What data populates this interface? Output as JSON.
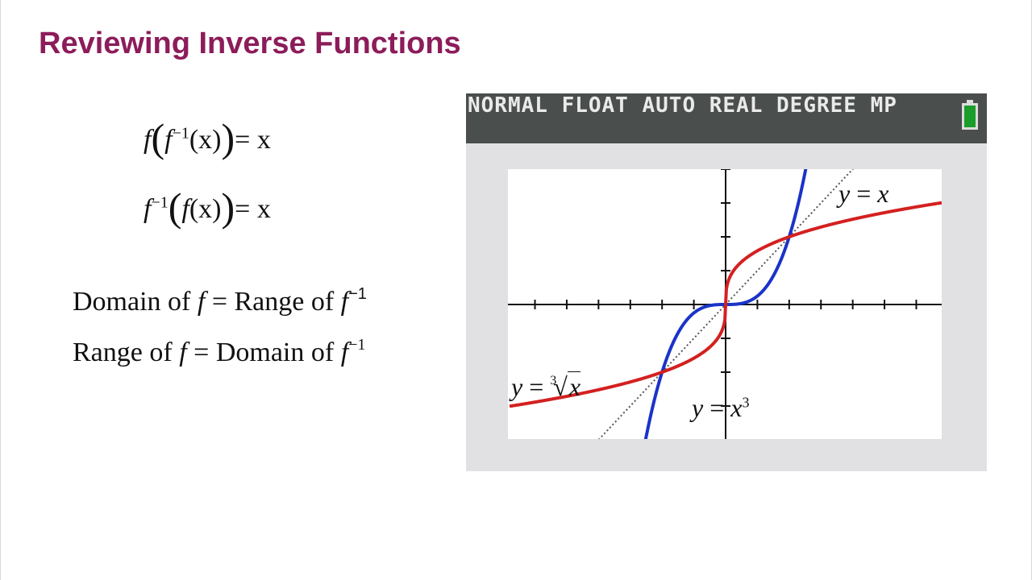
{
  "slide": {
    "title": "Reviewing Inverse Functions"
  },
  "identities": {
    "eq1": {
      "outer_f": "f",
      "inner_f": "f",
      "inner_exp": "−1",
      "arg": "(x)",
      "rhs": "= x"
    },
    "eq2": {
      "outer_f": "f",
      "outer_exp": "−1",
      "inner": "f",
      "arg": "(x)",
      "rhs": "= x"
    }
  },
  "domain_range": {
    "line1": {
      "left": "Domain of ",
      "f1": "f",
      "mid": " =  Range of ",
      "f2": "f",
      "exp": "−1"
    },
    "line2": {
      "left": "Range of ",
      "f1": "f",
      "mid": " =  Domain of ",
      "f2": "f",
      "exp": "−1"
    }
  },
  "calculator": {
    "status_text": "NORMAL FLOAT AUTO REAL DEGREE MP",
    "battery_icon": "battery-full-icon",
    "colors": {
      "status_bg": "#4a4e4d",
      "status_text": "#eaeaea",
      "bezel": "#e1e1e3",
      "screen": "#ffffff",
      "battery": "#1a9d2a"
    }
  },
  "chart_data": {
    "type": "line",
    "xlim": [
      -3.4,
      3.4
    ],
    "ylim": [
      -2.0,
      2.0
    ],
    "grid": false,
    "axes": {
      "x_tick_step": 0.5,
      "y_tick_step": 0.5
    },
    "series": [
      {
        "name": "y = x",
        "style": "dotted",
        "color": "#555555",
        "expr": "x"
      },
      {
        "name": "y = x³",
        "style": "solid",
        "color": "#1a33c8",
        "expr": "x^3"
      },
      {
        "name": "y = ∛x",
        "style": "solid",
        "color": "#d42020",
        "expr": "cbrt(x)"
      }
    ],
    "annotations": [
      {
        "text": "y = x"
      },
      {
        "text": "y = x³"
      },
      {
        "text": "y = ∛x"
      }
    ]
  },
  "labels": {
    "identity": {
      "y": "y",
      "eq": " = ",
      "x": "x"
    },
    "cube": {
      "y": "y",
      "eq": " = ",
      "x": "x",
      "exp": "3"
    },
    "root": {
      "y": "y",
      "eq": " = ",
      "index": "3",
      "x": "x"
    }
  }
}
